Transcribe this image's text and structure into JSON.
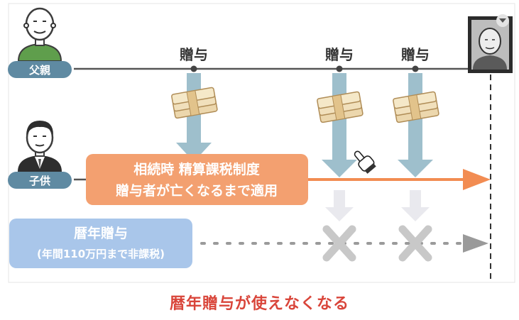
{
  "persons": {
    "father": {
      "label": "父親"
    },
    "child": {
      "label": "子供"
    }
  },
  "gifts": [
    {
      "label": "贈与"
    },
    {
      "label": "贈与"
    },
    {
      "label": "贈与"
    }
  ],
  "settlement_box": {
    "line1": "相続時 精算課税制度",
    "line2": "贈与者が亡くなるまで適用"
  },
  "annual_box": {
    "line1": "暦年贈与",
    "line2": "(年間110万円まで非課税)"
  },
  "caption": "暦年贈与が使えなくなる",
  "icons": [
    "father-avatar-icon",
    "child-avatar-icon",
    "money-bundle-icon",
    "cross-mark-icon",
    "pointer-hand-icon",
    "memorial-portrait-icon",
    "dropdown-icon"
  ],
  "colors": {
    "orange": "#f28c52",
    "orange_box": "#f3a070",
    "blue_box": "#a9c6ea",
    "teal_pill": "#5f8aa2",
    "arrow_blue": "#9ebfcc",
    "cross": "#c8c8c8",
    "caption_red": "#d9453a"
  }
}
